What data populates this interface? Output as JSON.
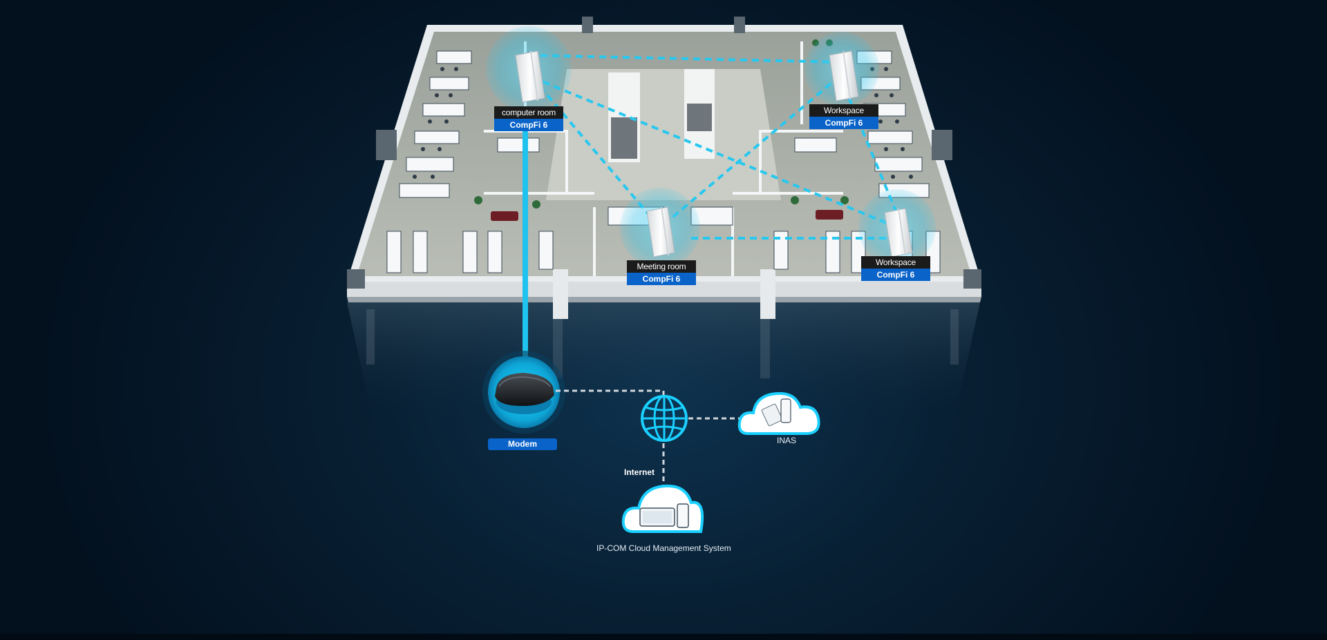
{
  "access_points": [
    {
      "room": "computer room",
      "model": "CompFi 6"
    },
    {
      "room": "Workspace",
      "model": "CompFi 6"
    },
    {
      "room": "Meeting room",
      "model": "CompFi 6"
    },
    {
      "room": "Workspace",
      "model": "CompFi 6"
    }
  ],
  "modem": {
    "label": "Modem"
  },
  "internet": {
    "label": "Internet"
  },
  "inas": {
    "label": "INAS"
  },
  "cloud": {
    "label": "IP-COM Cloud Management System"
  },
  "colors": {
    "accent": "#0a63c9",
    "link": "#27c8ef",
    "wired": "#d0d6dc",
    "background": "#061a2b"
  }
}
